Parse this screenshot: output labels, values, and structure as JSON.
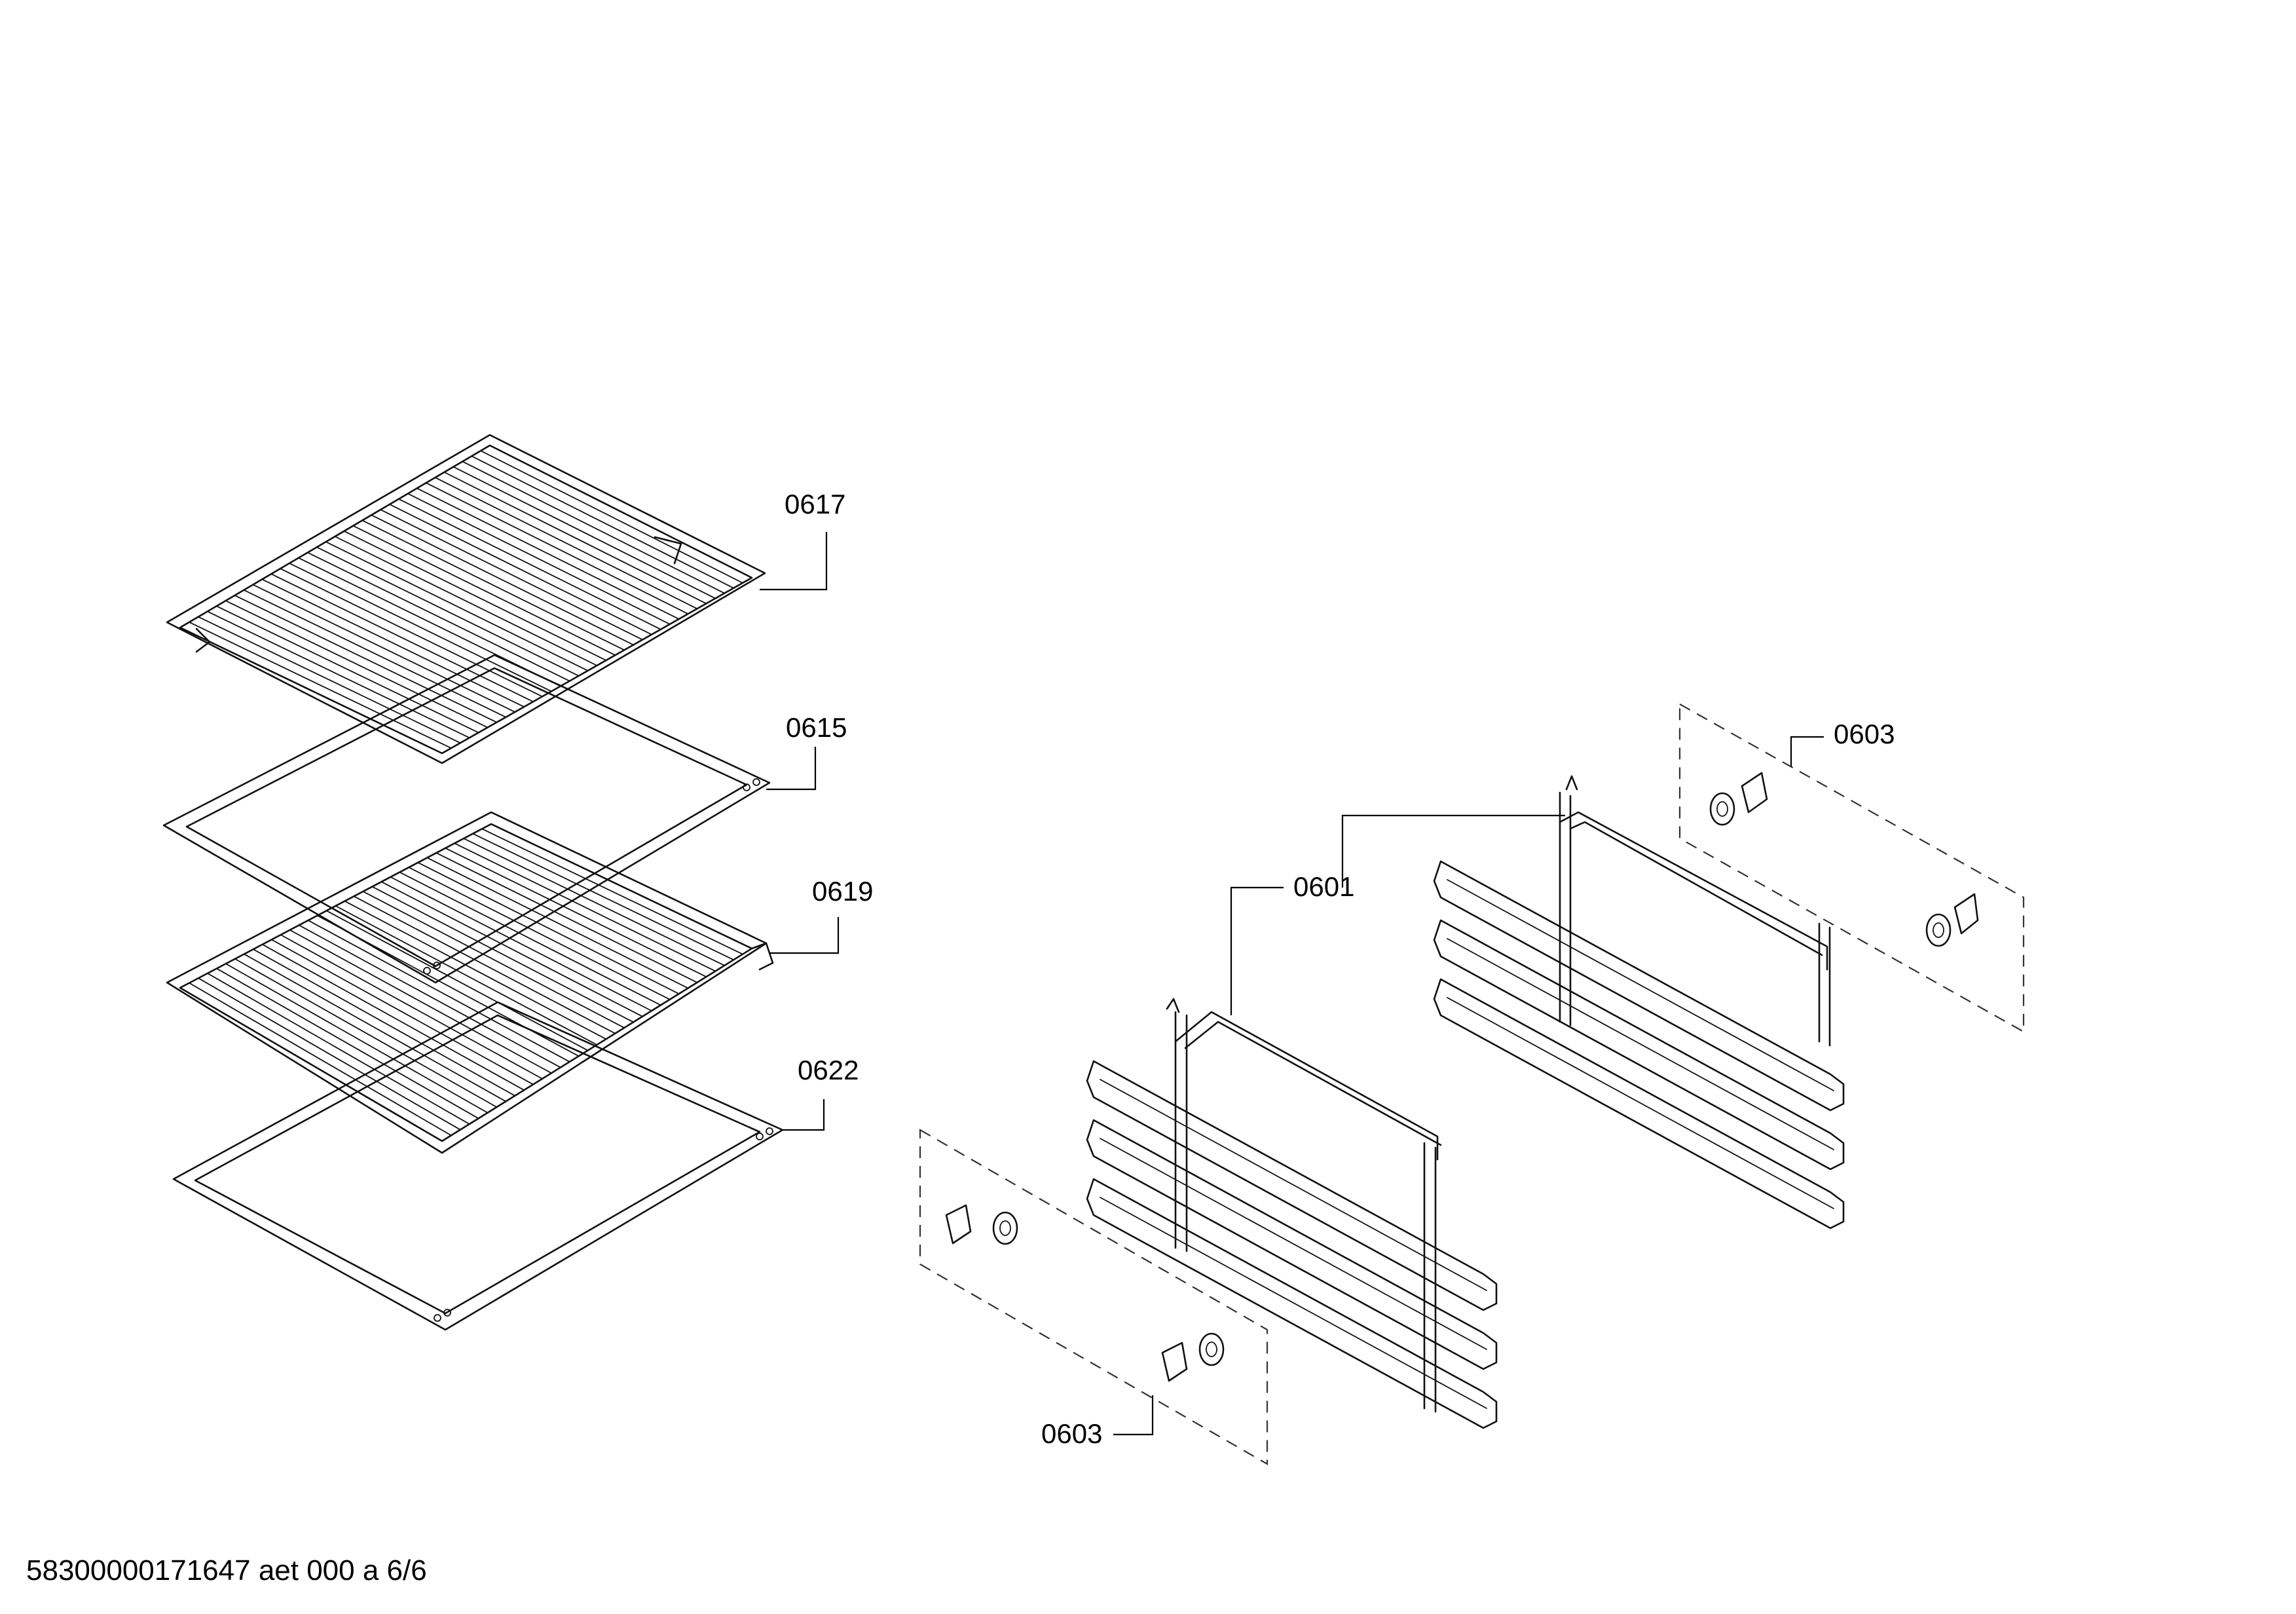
{
  "parts": {
    "wire_rack_top": "0617",
    "baking_tray_upper": "0615",
    "wire_rack_lower": "0619",
    "baking_tray_lower": "0622",
    "rail_set": "0601",
    "fixing_clips_right": "0603",
    "fixing_clips_left": "0603"
  },
  "footer": {
    "document_code": "58300000171647 aet 000 a 6/6"
  }
}
